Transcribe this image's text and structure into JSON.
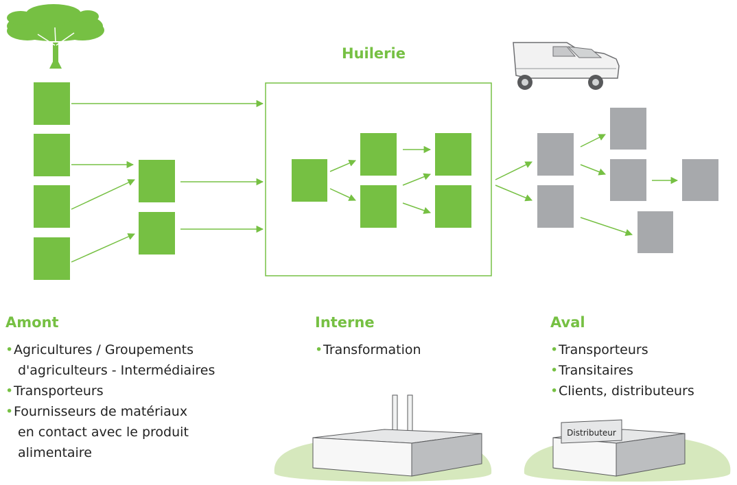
{
  "diagram": {
    "huilerie_label": "Huilerie",
    "distributeur_label": "Distributeur"
  },
  "colors": {
    "green": "#76c043",
    "grey": "#a7a9ac",
    "pale_green": "#d6e8bd"
  },
  "icons": [
    "tree-icon",
    "van-icon",
    "factory-icon",
    "distributor-building-icon"
  ],
  "sections": {
    "amont": {
      "title": "Amont",
      "items": [
        {
          "lines": [
            "Agricultures / Groupements",
            "d'agriculteurs - Intermédiaires"
          ]
        },
        {
          "lines": [
            "Transporteurs"
          ]
        },
        {
          "lines": [
            "Fournisseurs de matériaux",
            "en contact avec le produit",
            "alimentaire"
          ]
        }
      ]
    },
    "interne": {
      "title": "Interne",
      "items": [
        {
          "lines": [
            "Transformation"
          ]
        }
      ]
    },
    "aval": {
      "title": "Aval",
      "items": [
        {
          "lines": [
            "Transporteurs"
          ]
        },
        {
          "lines": [
            "Transitaires"
          ]
        },
        {
          "lines": [
            "Clients, distributeurs"
          ]
        }
      ]
    }
  }
}
